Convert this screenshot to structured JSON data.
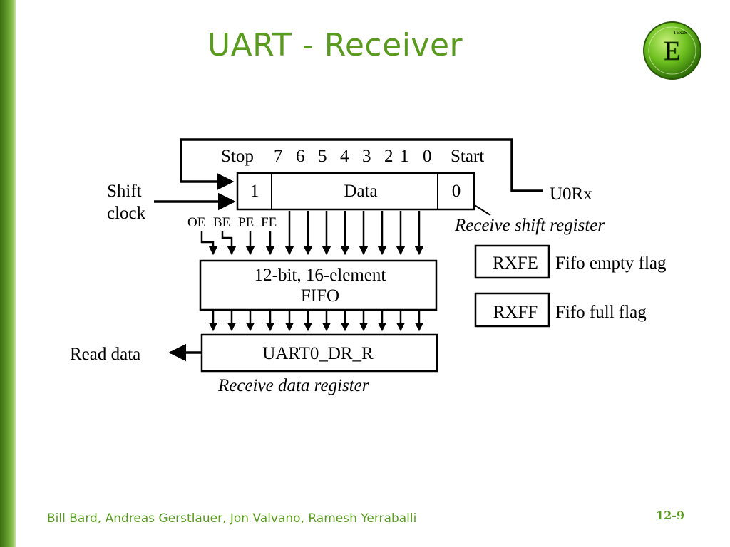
{
  "slide": {
    "title": "UART - Receiver",
    "footer_authors": "Bill Bard, Andreas Gerstlauer, Jon Valvano, Ramesh Yerraballi",
    "page_number": "12-9",
    "accent_color": "#5a9a1e",
    "logo_letter": "E",
    "logo_text": "TExaS"
  },
  "diagram": {
    "frame_bits": [
      "Stop",
      "7",
      "6",
      "5",
      "4",
      "3",
      "2",
      "1",
      "0",
      "Start"
    ],
    "shift_register": {
      "stop_cell": "1",
      "data_cell": "Data",
      "start_cell": "0",
      "caption": "Receive shift register"
    },
    "input_label": "U0Rx",
    "shift_clock_line1": "Shift",
    "shift_clock_line2": "clock",
    "error_flags": [
      "OE",
      "BE",
      "PE",
      "FE"
    ],
    "fifo_line1": "12-bit, 16-element",
    "fifo_line2": "FIFO",
    "data_register": "UART0_DR_R",
    "data_register_caption": "Receive data register",
    "read_label": "Read data",
    "flags": [
      {
        "name": "RXFE",
        "description": "Fifo empty flag"
      },
      {
        "name": "RXFF",
        "description": "Fifo full flag"
      }
    ]
  }
}
